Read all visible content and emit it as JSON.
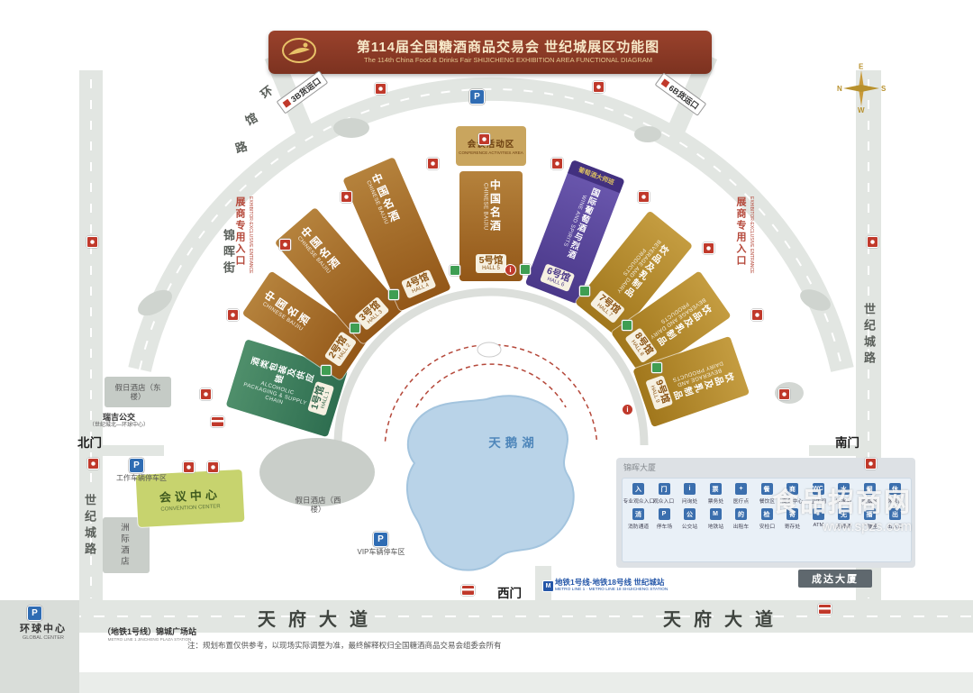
{
  "header": {
    "title_cn": "第114届全国糖酒商品交易会 世纪城展区功能图",
    "title_en": "The 114th China Food & Drinks Fair  SHIJICHENG EXHIBITION AREA FUNCTIONAL DIAGRAM"
  },
  "compass": {
    "n": "N",
    "e": "E",
    "s": "S",
    "w": "W"
  },
  "roads": {
    "ring_road_chars": [
      "环",
      "馆",
      "路"
    ],
    "street_left": "锦晖街",
    "century_road_right": "世纪城路",
    "century_road_left": "世纪城路",
    "tianfu_avenue_west": "天府大道",
    "tianfu_avenue_east": "天府大道"
  },
  "gates": {
    "north": "北门",
    "south": "南门",
    "west": "西门"
  },
  "cargo": {
    "dock_3b": "3B货运口",
    "dock_6b": "6B货运口"
  },
  "entrances": {
    "cn": "展商专用入口",
    "en": "EXHIBITOR-EXCLUSIVE ENTRANCE"
  },
  "halls": [
    {
      "no_cn": "1号馆",
      "no_en": "HALL 1",
      "theme_cn": "酒类包装及供应链",
      "theme_en": "ALCOHOLIC PACKAGING & SUPPLY CHAIN",
      "color": "#2e6e50"
    },
    {
      "no_cn": "2号馆",
      "no_en": "HALL 2",
      "theme_cn": "中国名酒",
      "theme_en": "CHINESE BAIJIU",
      "color": "#9a5d1d"
    },
    {
      "no_cn": "3号馆",
      "no_en": "HALL 3",
      "theme_cn": "中国名酒",
      "theme_en": "CHINESE BAIJIU",
      "color": "#9a5d1d"
    },
    {
      "no_cn": "4号馆",
      "no_en": "HALL 4",
      "theme_cn": "中国名酒",
      "theme_en": "CHINESE BAIJIU",
      "color": "#9a5d1d"
    },
    {
      "no_cn": "5号馆",
      "no_en": "HALL 5",
      "theme_cn": "中国名酒",
      "theme_en": "CHINESE BAIJIU",
      "color": "#9a5d1d"
    },
    {
      "no_cn": "6号馆",
      "no_en": "HALL 6",
      "theme_cn": "国际葡萄酒与烈酒",
      "theme_en": "WINE AND SPIRITS",
      "banner": "葡萄酒大师班",
      "color": "#4c3a8e"
    },
    {
      "no_cn": "7号馆",
      "no_en": "HALL 7",
      "theme_cn": "饮品及乳制品",
      "theme_en": "BEVERAGE AND DAIRY PRODUCTS",
      "color": "#a1771c"
    },
    {
      "no_cn": "8号馆",
      "no_en": "HALL 8",
      "theme_cn": "饮品及乳制品",
      "theme_en": "BEVERAGE AND DAIRY PRODUCTS",
      "color": "#a1771c"
    },
    {
      "no_cn": "9号馆",
      "no_en": "HALL 9",
      "theme_cn": "饮品及乳制品",
      "theme_en": "BEVERAGE AND DAIRY PRODUCTS",
      "color": "#a1771c"
    }
  ],
  "conference_area": {
    "cn": "会议活动区",
    "en": "CONFERENCE ACTIVITIES AREA"
  },
  "lake": {
    "name": "天鹅湖"
  },
  "buildings": {
    "convention_cn": "会议中心",
    "convention_en": "CONVENTION CENTER",
    "holiday_inn_east": "假日酒店（东楼）",
    "holiday_inn_west": "假日酒店（西楼）",
    "intercontinental": "洲际酒店",
    "jinhui_tower": "锦晖大厦",
    "chengda_tower": "成达大厦",
    "global_center_cn": "环球中心",
    "global_center_en": "GLOBAL CENTER"
  },
  "parking": {
    "p": "P",
    "staff": "工作车辆停车区",
    "vip": "VIP车辆停车区"
  },
  "transit": {
    "shuttle_cn": "瑞吉公交",
    "shuttle_route": "（世纪城北—环球中心）",
    "metro_flag": "M",
    "metro_station_cn": "地铁1号线·地铁18号线 世纪城站",
    "metro_station_en": "METRO LINE 1 · METRO LINE 18  SHIJICHENG STATION",
    "jincheng_cn": "（地铁1号线）锦城广场站",
    "jincheng_en": "METRO LINE 1  JINCHENG PLAZA STATION"
  },
  "amenities": {
    "info_glyph": "i"
  },
  "legend": {
    "rows": [
      [
        {
          "label": "专业观众入口",
          "glyph": "入",
          "icon": "visitor-entrance-icon"
        },
        {
          "label": "观众入口",
          "glyph": "门",
          "icon": "entrance-icon"
        },
        {
          "label": "问询处",
          "glyph": "i",
          "icon": "information-icon"
        },
        {
          "label": "票务处",
          "glyph": "票",
          "icon": "ticket-icon"
        },
        {
          "label": "医疗点",
          "glyph": "+",
          "icon": "medical-icon"
        },
        {
          "label": "餐饮区",
          "glyph": "餐",
          "icon": "dining-icon"
        },
        {
          "label": "商务中心",
          "glyph": "商",
          "icon": "business-icon"
        },
        {
          "label": "卫生间",
          "glyph": "WC",
          "icon": "restroom-icon"
        },
        {
          "label": "饮水处",
          "glyph": "水",
          "icon": "water-icon"
        },
        {
          "label": "吸烟区",
          "glyph": "烟",
          "icon": "smoking-icon"
        },
        {
          "label": "休息区",
          "glyph": "休",
          "icon": "rest-area-icon"
        }
      ],
      [
        {
          "label": "消防通道",
          "glyph": "消",
          "icon": "fire-icon"
        },
        {
          "label": "停车场",
          "glyph": "P",
          "icon": "parking-icon"
        },
        {
          "label": "公交站",
          "glyph": "公",
          "icon": "bus-icon"
        },
        {
          "label": "地铁站",
          "glyph": "M",
          "icon": "metro-icon"
        },
        {
          "label": "出租车",
          "glyph": "的",
          "icon": "taxi-icon"
        },
        {
          "label": "安检口",
          "glyph": "检",
          "icon": "security-icon"
        },
        {
          "label": "寄存处",
          "glyph": "寄",
          "icon": "storage-icon"
        },
        {
          "label": "ATM",
          "glyph": "¥",
          "icon": "atm-icon"
        },
        {
          "label": "无障碍",
          "glyph": "无",
          "icon": "accessible-icon"
        },
        {
          "label": "广播室",
          "glyph": "播",
          "icon": "broadcast-icon"
        },
        {
          "label": "出入口",
          "glyph": "出",
          "icon": "exit-icon"
        }
      ]
    ]
  },
  "watermark": {
    "line1": "食品招商网",
    "line2": "www.spzs.com"
  },
  "note": "注：规划布置仅供参考，以现场实际调整为准，最终解释权归全国糖酒商品交易会组委会所有"
}
